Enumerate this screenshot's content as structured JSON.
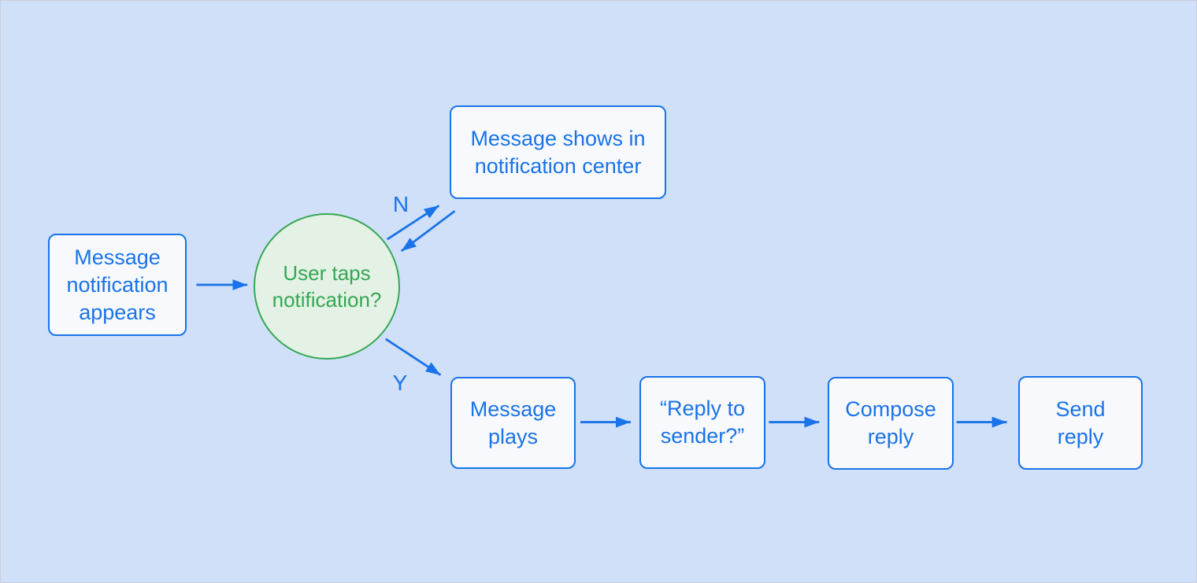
{
  "palette": {
    "bg": "#d0e0f9",
    "frame": "#c9cfda",
    "blue": "#1a73e8",
    "box_fill": "#f7f9fc",
    "green": "#34a853",
    "green_fill": "#e4f1e5"
  },
  "nodes": {
    "start": {
      "label": "Message notification appears"
    },
    "decision": {
      "label": "User taps notification?"
    },
    "notification_center": {
      "label": "Message shows in notification center"
    },
    "message_plays": {
      "label": "Message plays"
    },
    "reply_prompt": {
      "label": "“Reply to sender?”"
    },
    "compose_reply": {
      "label": "Compose reply"
    },
    "send_reply": {
      "label": "Send reply"
    }
  },
  "edges": {
    "no_label": "N",
    "yes_label": "Y"
  }
}
